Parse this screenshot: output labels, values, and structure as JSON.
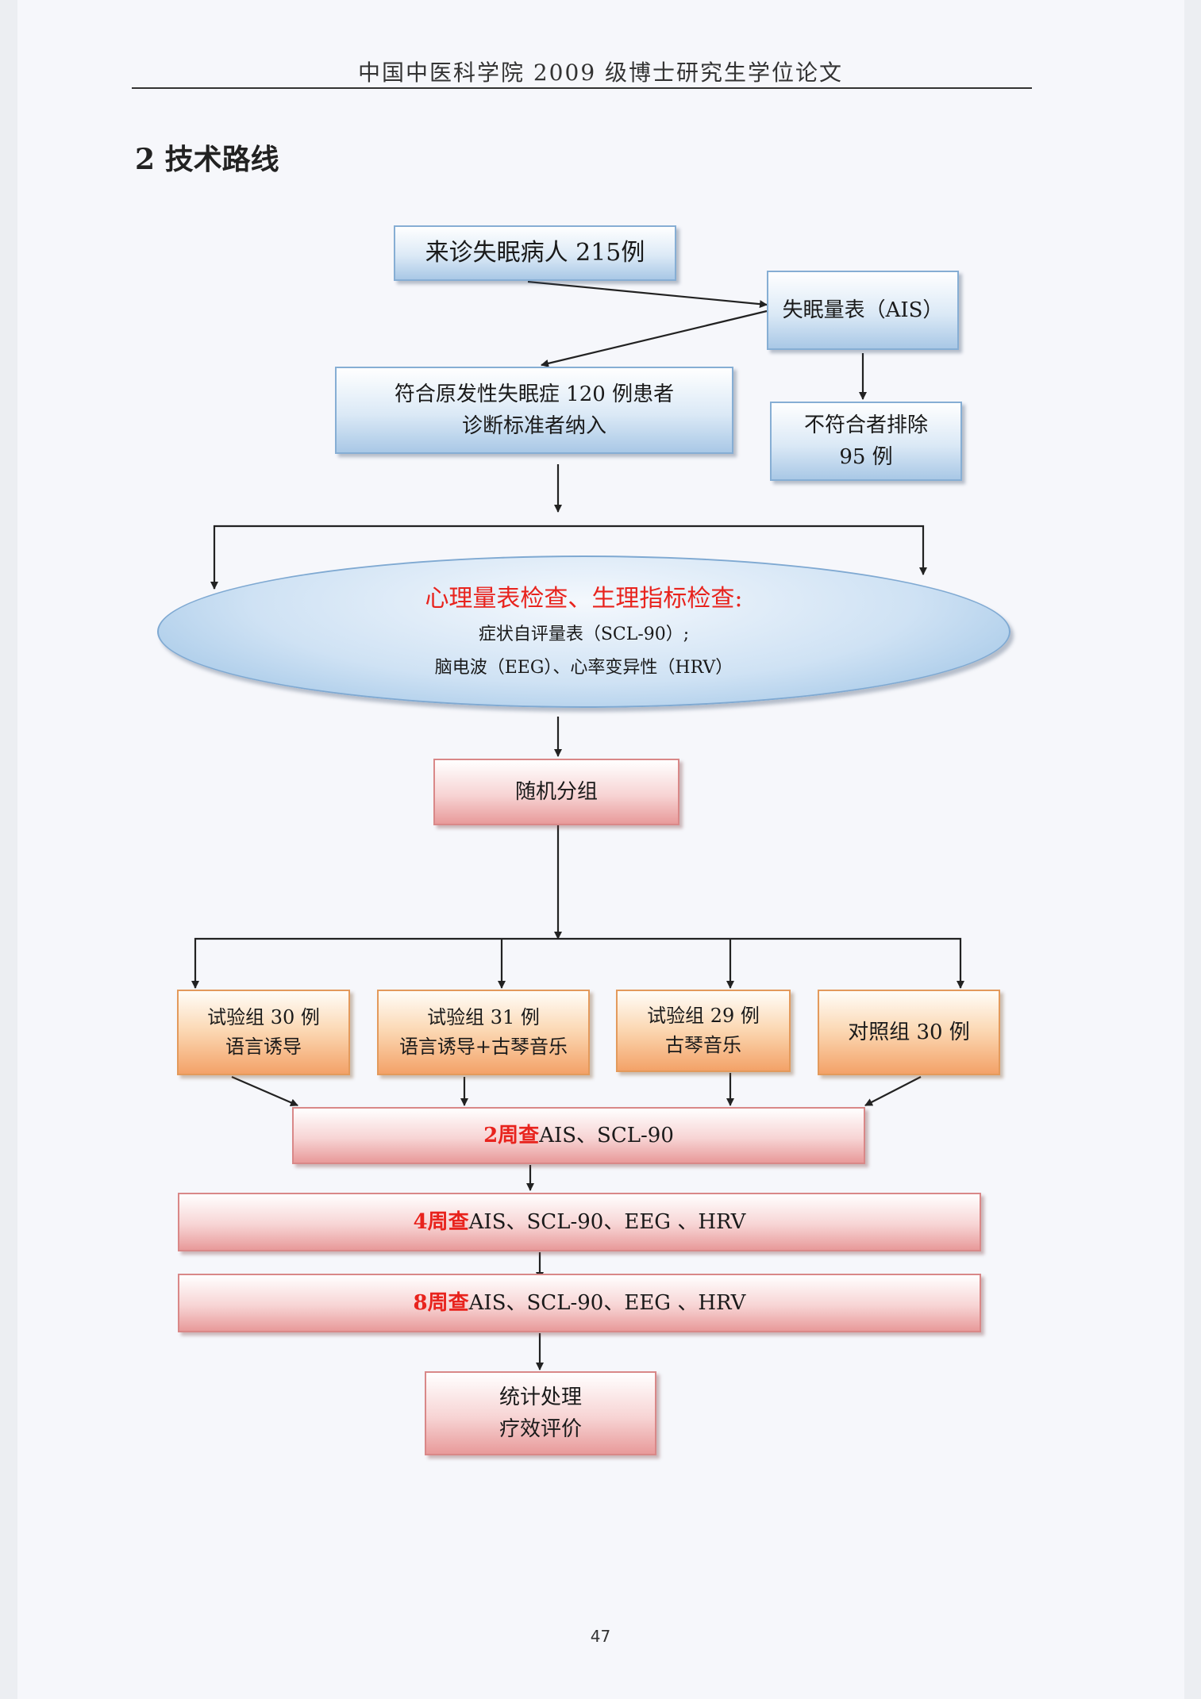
{
  "header": {
    "running_title": "中国中医科学院 2009 级博士研究生学位论文"
  },
  "section": {
    "title": "2 技术路线"
  },
  "flow": {
    "patients": "来诊失眠病人 215例",
    "ais_scale": "失眠量表（AIS）",
    "included_line1": "符合原发性失眠症 120 例患者",
    "included_line2": "诊断标准者纳入",
    "excluded_line1": "不符合者排除",
    "excluded_line2": "95 例",
    "exam_title": "心理量表检查、生理指标检查:",
    "exam_line1": "症状自评量表（SCL-90）;",
    "exam_line2": "脑电波（EEG）、心率变异性（HRV）",
    "randomize": "随机分组",
    "groups": [
      {
        "line1": "试验组 30 例",
        "line2": "语言诱导"
      },
      {
        "line1": "试验组 31 例",
        "line2": "语言诱导+古琴音乐"
      },
      {
        "line1": "试验组 29 例",
        "line2": "古琴音乐"
      },
      {
        "line1": "对照组 30 例",
        "line2": ""
      }
    ],
    "week2_highlight": "2周查",
    "week2_rest": "AIS、SCL-90",
    "week4_highlight": "4周查",
    "week4_rest": "AIS、SCL-90、EEG 、HRV",
    "week8_highlight": "8周查",
    "week8_rest": "AIS、SCL-90、EEG 、HRV",
    "final_line1": "统计处理",
    "final_line2": "疗效评价"
  },
  "footer": {
    "page_number": "47"
  },
  "colors": {
    "highlight": "#e8231d",
    "arrow": "#222222"
  }
}
